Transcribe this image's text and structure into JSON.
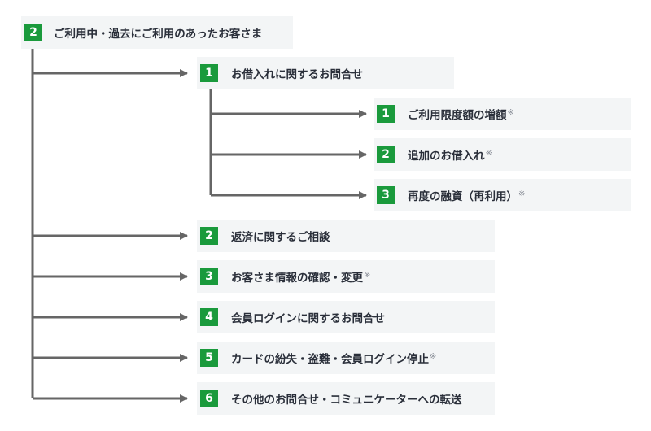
{
  "colors": {
    "badge_bg": "#1a9a3c",
    "box_bg": "#f3f5f6",
    "line": "#666666",
    "text": "#2a2f3a"
  },
  "root": {
    "num": "2",
    "label": "ご利用中・過去にご利用のあったお客さま"
  },
  "level1": [
    {
      "num": "1",
      "label": "お借入れに関するお問合せ",
      "note": ""
    },
    {
      "num": "2",
      "label": "返済に関するご相談",
      "note": ""
    },
    {
      "num": "3",
      "label": "お客さま情報の確認・変更",
      "note": "※"
    },
    {
      "num": "4",
      "label": "会員ログインに関するお問合せ",
      "note": ""
    },
    {
      "num": "5",
      "label": "カードの紛失・盗難・会員ログイン停止",
      "note": "※"
    },
    {
      "num": "6",
      "label": "その他のお問合せ・コミュニケーターへの転送",
      "note": ""
    }
  ],
  "level2": [
    {
      "num": "1",
      "label": "ご利用限度額の増額",
      "note": "※"
    },
    {
      "num": "2",
      "label": "追加のお借入れ",
      "note": "※"
    },
    {
      "num": "3",
      "label": "再度の融資（再利用）",
      "note": "※"
    }
  ]
}
